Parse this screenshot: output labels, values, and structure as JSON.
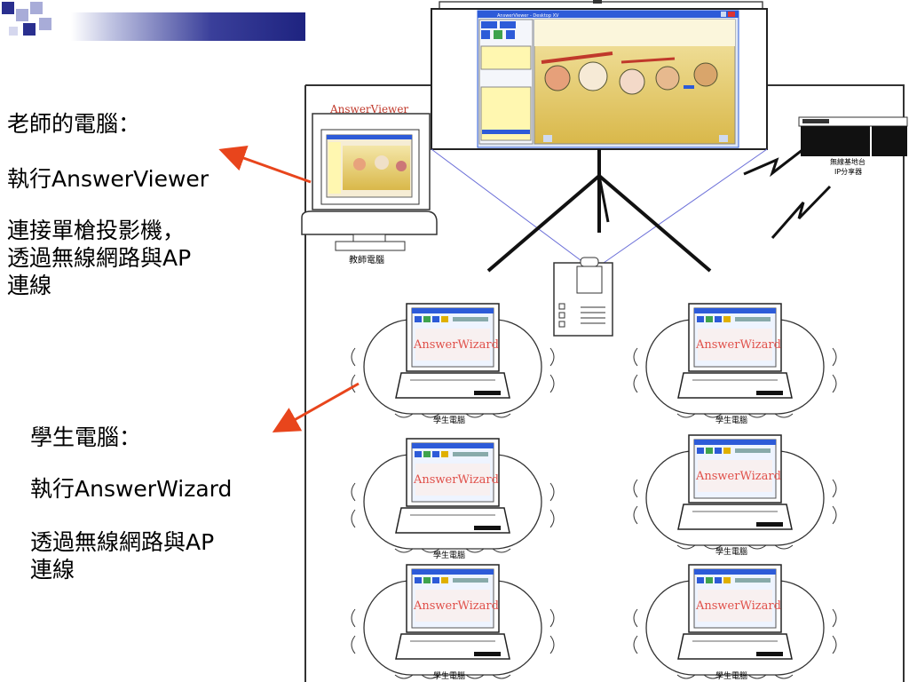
{
  "left_panel": {
    "teacher_heading": "老師的電腦：",
    "teacher_run": "執行AnswerViewer",
    "teacher_connect": "連接單槍投影機，\n透過無線網路與AP\n連線",
    "student_heading": "學生電腦：",
    "student_run": "執行AnswerWizard",
    "student_connect": "透過無線網路與AP\n連線"
  },
  "diagram": {
    "answer_viewer_label": "AnswerViewer",
    "teacher_pc_caption": "教師電腦",
    "projector_window_title": "AnswerViewer - Desktop XV",
    "ap_caption_line1": "無線基地台",
    "ap_caption_line2": "IP分享器",
    "student_screen_label": "AnswerWizard",
    "student_caption": "學生電腦"
  },
  "colors": {
    "arrow": "#e8451c",
    "title_bar_dark": "#1e2380",
    "answer_viewer_label": "#c0392b",
    "wizard_label": "#e0504a",
    "deco_blue": "#2a2f8f",
    "deco_light": "#a8acd8"
  }
}
